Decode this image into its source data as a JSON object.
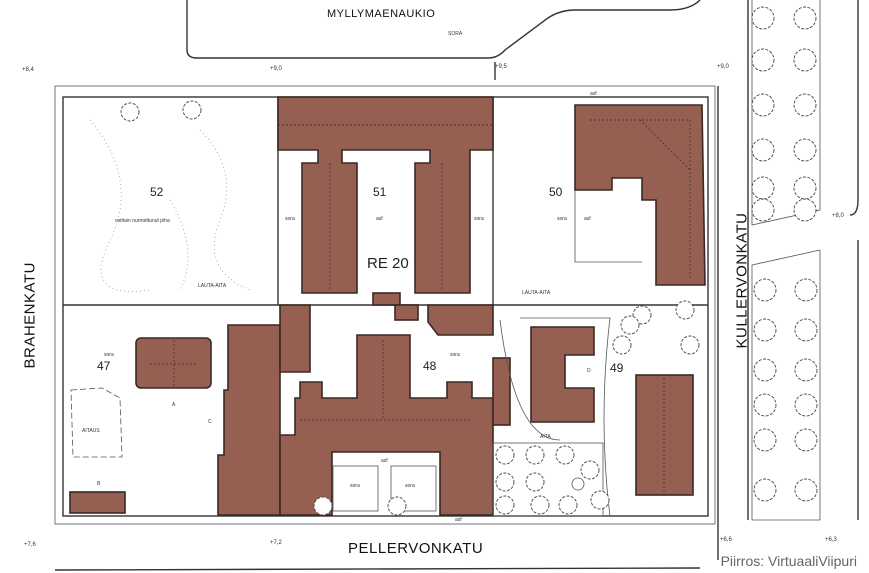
{
  "streets": {
    "top": "MYLLYMAENAUKIO",
    "left": "BRAHENKATU",
    "right": "KULLERVONKATU",
    "bottom": "PELLERVONKATU"
  },
  "block_label": "RE 20",
  "plots": {
    "p52": "52",
    "p51": "51",
    "p50": "50",
    "p47": "47",
    "p48": "48",
    "p49": "49"
  },
  "notes": {
    "lawn": "osittain nurmettunut piha",
    "fence1": "LAUTA-AITA",
    "fence2": "LAUTA-AITA",
    "fence3": "AITA",
    "pen": "AITAUS",
    "sora": "sora",
    "asf": "asf",
    "A": "A",
    "B": "B",
    "C": "C",
    "D": "D",
    "top_sora": "SORA"
  },
  "elevations": [
    "+8,4",
    "+9,0",
    "+9,5",
    "+9,0",
    "+8,0",
    "+7,6",
    "+7,2",
    "+6,6",
    "+6,3"
  ],
  "credit": "Piirros: VirtuaaliViipuri",
  "colors": {
    "building": "#955f52",
    "outline": "#3b2822"
  }
}
